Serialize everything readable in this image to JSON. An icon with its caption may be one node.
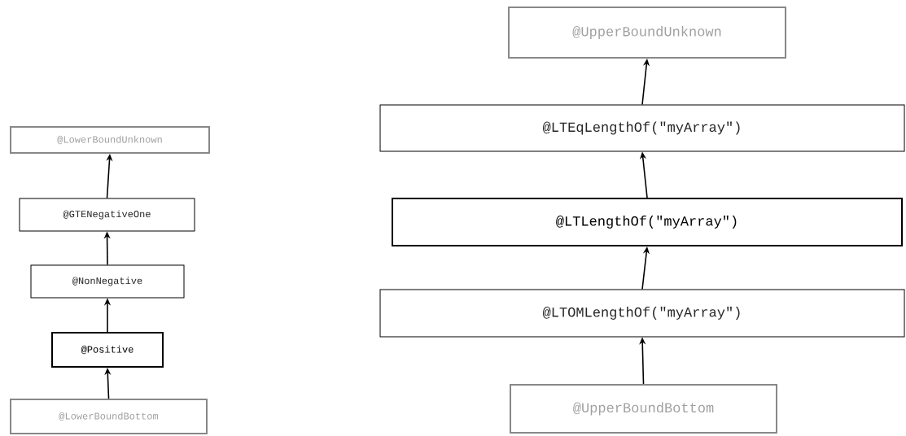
{
  "diagram": {
    "nodes": [
      {
        "text": [
          "@LowerBoundUnknown"
        ]
      },
      {
        "text": [
          "@GTENegativeOne"
        ]
      },
      {
        "text": [
          "@NonNegative"
        ]
      },
      {
        "text": [
          "@Positive"
        ]
      },
      {
        "text": [
          "@LowerBoundBottom"
        ]
      },
      {
        "text": [
          "@UpperBoundUnknown"
        ]
      },
      {
        "text": [
          "@LTEqLengthOf(\"myArray\")"
        ]
      },
      {
        "text": [
          "@LTLengthOf(\"myArray\")"
        ]
      },
      {
        "text": [
          "@LTOMLengthOf(\"myArray\")"
        ]
      },
      {
        "text": [
          "@UpperBoundBottom"
        ]
      }
    ],
    "edges": [
      {
        "from": 1,
        "to": 0,
        "arrow": "to"
      },
      {
        "from": 2,
        "to": 1,
        "arrow": "to"
      },
      {
        "from": 3,
        "to": 2,
        "arrow": "to"
      },
      {
        "from": 4,
        "to": 3,
        "arrow": "to"
      },
      {
        "from": 6,
        "to": 5,
        "arrow": "to"
      },
      {
        "from": 7,
        "to": 6,
        "arrow": "to"
      },
      {
        "from": 8,
        "to": 7,
        "arrow": "to"
      },
      {
        "from": 9,
        "to": 8,
        "arrow": "to"
      }
    ]
  }
}
